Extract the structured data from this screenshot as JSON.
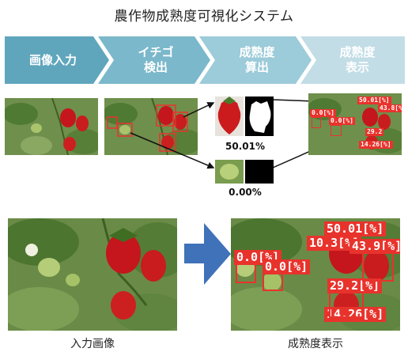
{
  "title": "農作物成熟度可視化システム",
  "steps": [
    {
      "label": "画像入力",
      "color": "#5fa6bd"
    },
    {
      "label": "イチゴ\n検出",
      "color": "#7bb8cb"
    },
    {
      "label": "成熟度\n算出",
      "color": "#9ccbd9"
    },
    {
      "label": "成熟度\n表示",
      "color": "#c2dde6"
    }
  ],
  "pipeline": {
    "ripe_result": "50.01%",
    "unripe_result": "0.00%"
  },
  "small_output_labels": [
    "50.01[%]",
    "43.8[%]",
    "0.0[%]",
    "0.0[%]",
    "29.2",
    "14.26[%]"
  ],
  "large_output_labels": [
    "50.01[%]",
    "10.3[%]",
    "43.9[%]",
    "0.0[%]",
    "0.0[%]",
    "29.2[%]",
    "14.26[%]"
  ],
  "bottom_labels": {
    "input": "入力画像",
    "output": "成熟度表示"
  },
  "colors": {
    "detection_red": "#e8332c",
    "arrow_blue": "#3f72b8",
    "leaf_green": "#5b8a3a",
    "strawberry_red": "#c4161c"
  }
}
